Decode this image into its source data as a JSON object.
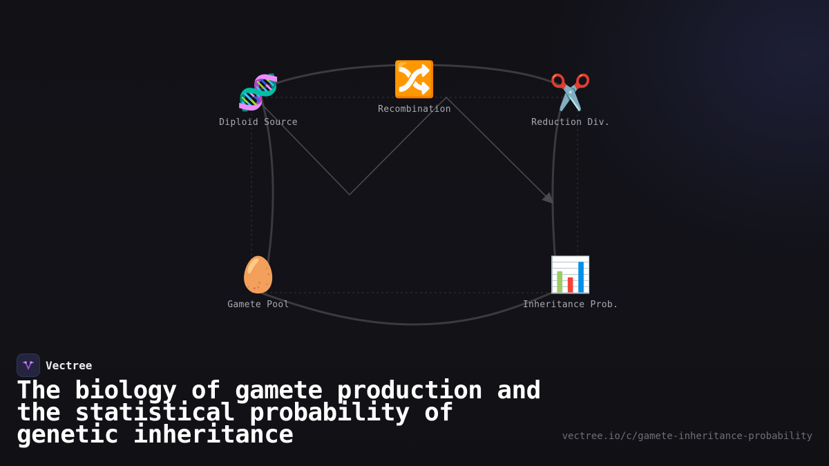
{
  "brand": {
    "name": "Vectree",
    "logo_icon": "vectree-logo-icon"
  },
  "title": "The biology of gamete production and the statistical probability of genetic inheritance",
  "url": "vectree.io/c/gamete-inheritance-probability",
  "nodes": [
    {
      "id": "diploid",
      "label": "Diploid Source",
      "icon": "🧬",
      "icon_name": "dna-icon"
    },
    {
      "id": "recombination",
      "label": "Recombination",
      "icon": "🔀",
      "icon_name": "shuffle-icon"
    },
    {
      "id": "reduction",
      "label": "Reduction Div.",
      "icon": "✂️",
      "icon_name": "scissors-icon"
    },
    {
      "id": "gamete",
      "label": "Gamete Pool",
      "icon": "🥚",
      "icon_name": "egg-icon"
    },
    {
      "id": "inheritance",
      "label": "Inheritance Prob.",
      "icon": "📊",
      "icon_name": "bar-chart-icon"
    }
  ],
  "colors": {
    "background": "#111116",
    "loop_stroke": "#3a3a3f",
    "arrow_stroke": "#4a4a4e",
    "label": "#a9a9b4",
    "title": "#ffffff",
    "url": "#6e6e78",
    "logo_accent": "#a05ae0"
  }
}
